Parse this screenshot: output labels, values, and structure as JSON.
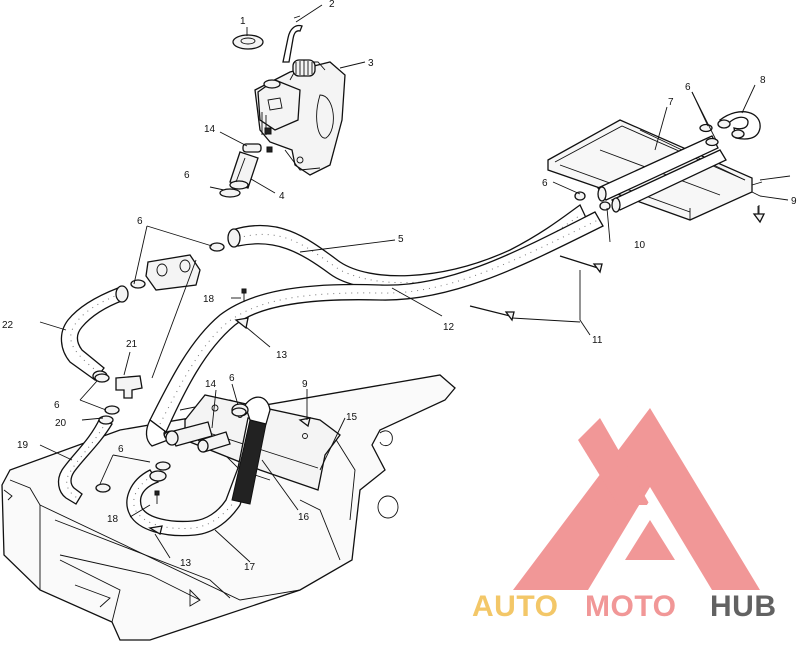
{
  "callouts": [
    {
      "id": "c1",
      "text": "1"
    },
    {
      "id": "c2",
      "text": "2"
    },
    {
      "id": "c3",
      "text": "3"
    },
    {
      "id": "c4",
      "text": "4"
    },
    {
      "id": "c5",
      "text": "5"
    },
    {
      "id": "c6",
      "text": "6"
    },
    {
      "id": "c7",
      "text": "7"
    },
    {
      "id": "c8",
      "text": "8"
    },
    {
      "id": "c9",
      "text": "9"
    },
    {
      "id": "c10",
      "text": "10"
    },
    {
      "id": "c11",
      "text": "11"
    },
    {
      "id": "c12",
      "text": "12"
    },
    {
      "id": "c13",
      "text": "13"
    },
    {
      "id": "c14",
      "text": "14"
    },
    {
      "id": "c15",
      "text": "15"
    },
    {
      "id": "c16",
      "text": "16"
    },
    {
      "id": "c17",
      "text": "17"
    },
    {
      "id": "c18",
      "text": "18"
    },
    {
      "id": "c19",
      "text": "19"
    },
    {
      "id": "c20",
      "text": "20"
    },
    {
      "id": "c21",
      "text": "21"
    },
    {
      "id": "c22",
      "text": "22"
    }
  ],
  "watermark": {
    "part1": "AUTO",
    "part2": "MOTO",
    "part3": "HUB",
    "colors": {
      "accent": "#f08f8f",
      "gold": "#f2c35c",
      "dark": "#555555"
    }
  }
}
